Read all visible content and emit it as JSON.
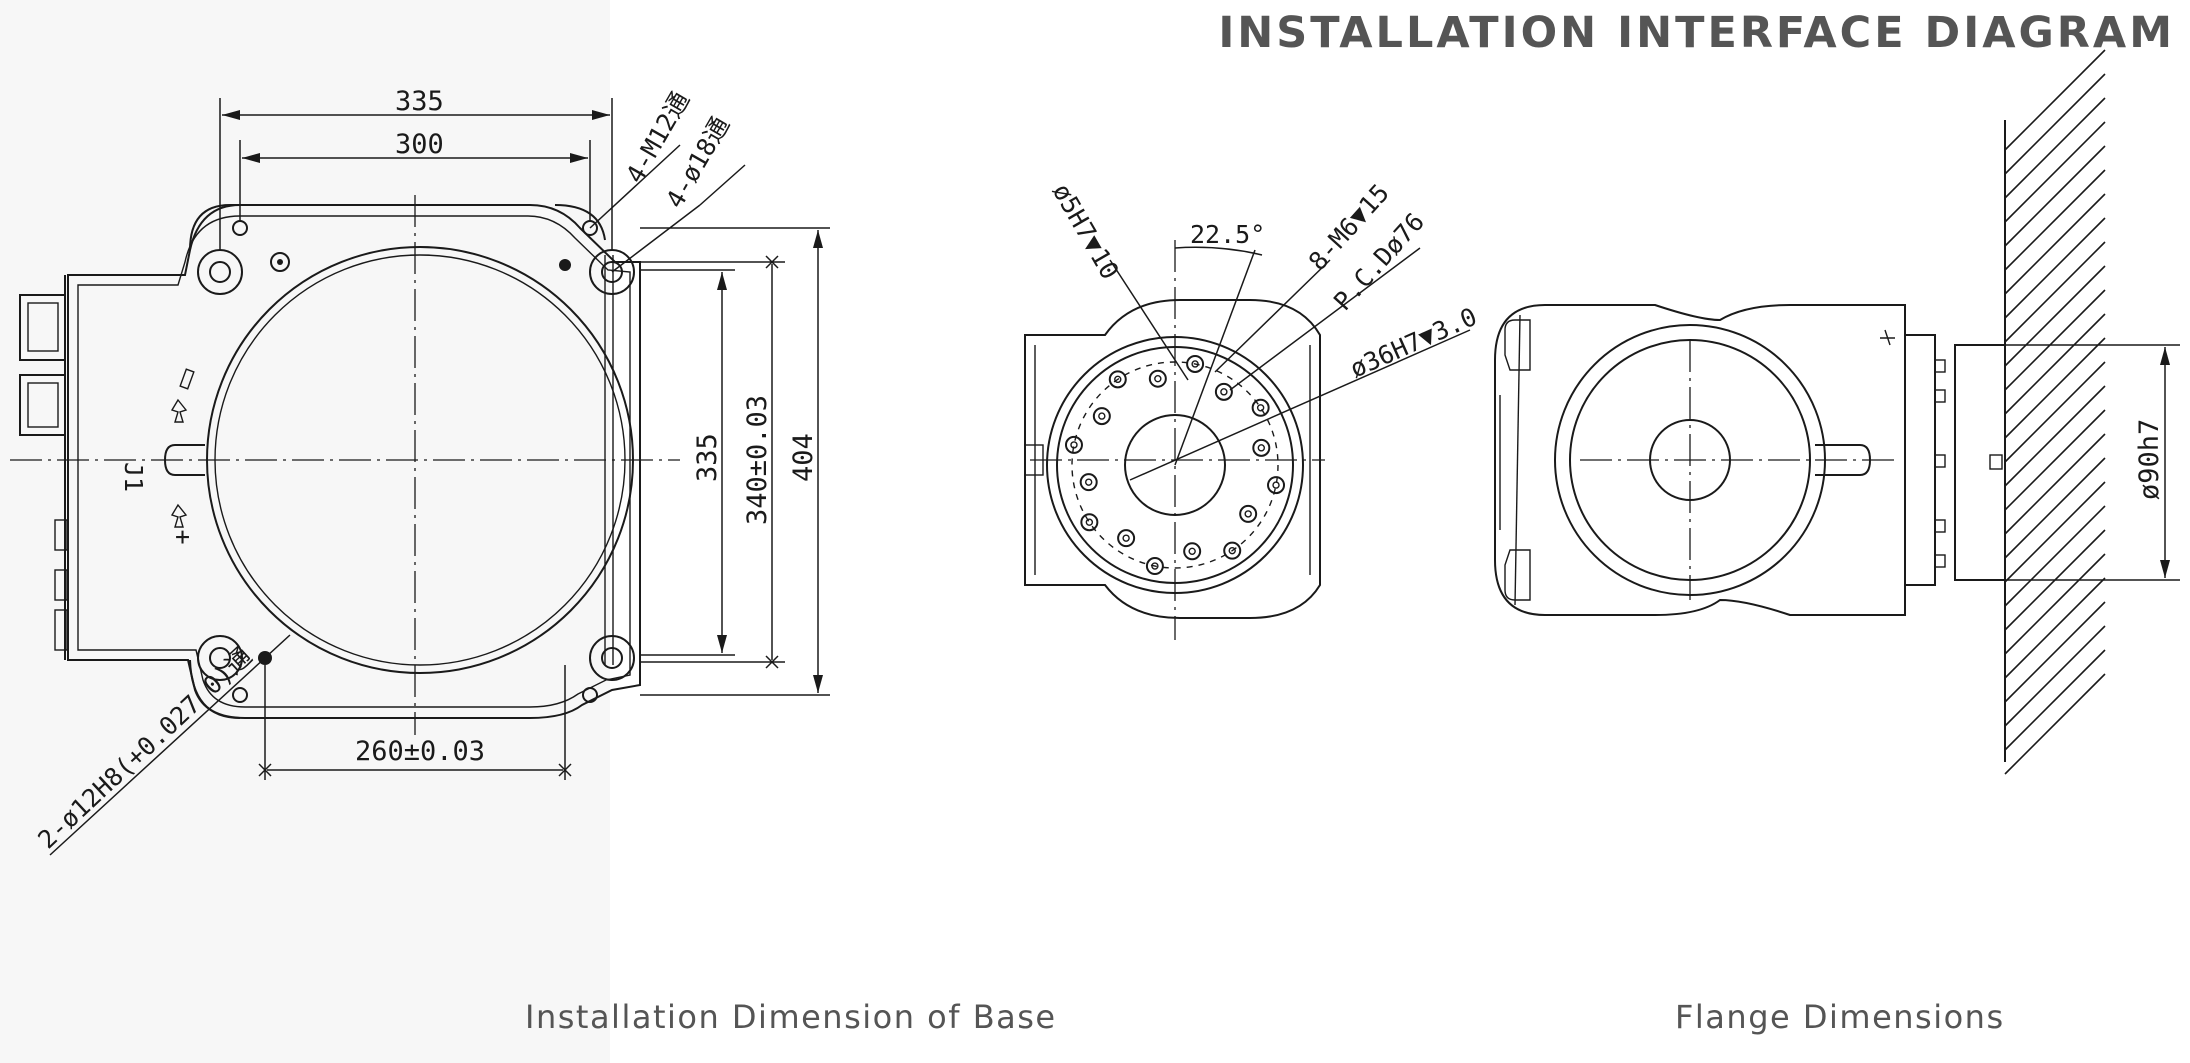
{
  "title": "INSTALLATION INTERFACE DIAGRAM",
  "captions": {
    "base": "Installation Dimension of Base",
    "flange": "Flange Dimensions"
  },
  "base_labels": {
    "width_outer": "335",
    "width_inner": "300",
    "tap_holes": "4-M12通",
    "through_holes": "4-ø18通",
    "height_inner": "335",
    "height_mid": "340±0.03",
    "height_outer": "404",
    "pin_spacing": "260±0.03",
    "pin_holes": "2-ø12H8(+0.027 0)通",
    "axis_label": "J1",
    "plus": "+",
    "minus": "−"
  },
  "flange_labels": {
    "pin_hole": "ø5H7▼10",
    "angle": "22.5°",
    "screw_holes": "8-M6▼15",
    "pcd": "P.C.Dø76",
    "spigot": "ø36H7▼3.0",
    "shaft": "ø90h7"
  }
}
